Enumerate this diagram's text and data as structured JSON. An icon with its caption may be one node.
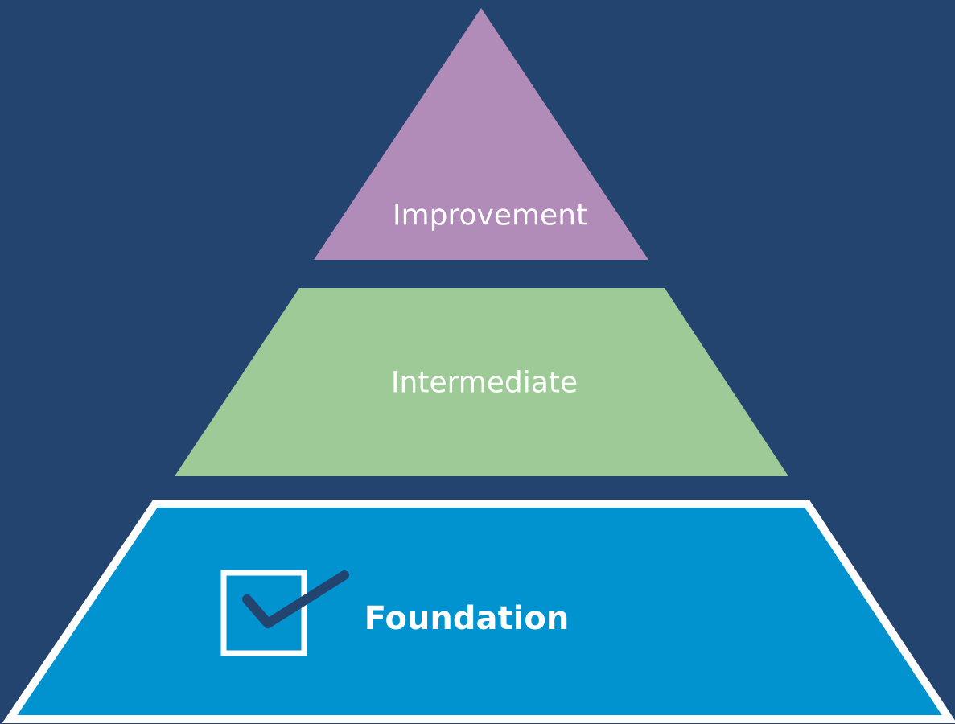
{
  "diagram": {
    "nodes": [
      {
        "text": [
          "Improvement"
        ]
      },
      {
        "text": [
          "Intermediate"
        ]
      },
      {
        "text": [
          "Foundation"
        ]
      }
    ]
  }
}
